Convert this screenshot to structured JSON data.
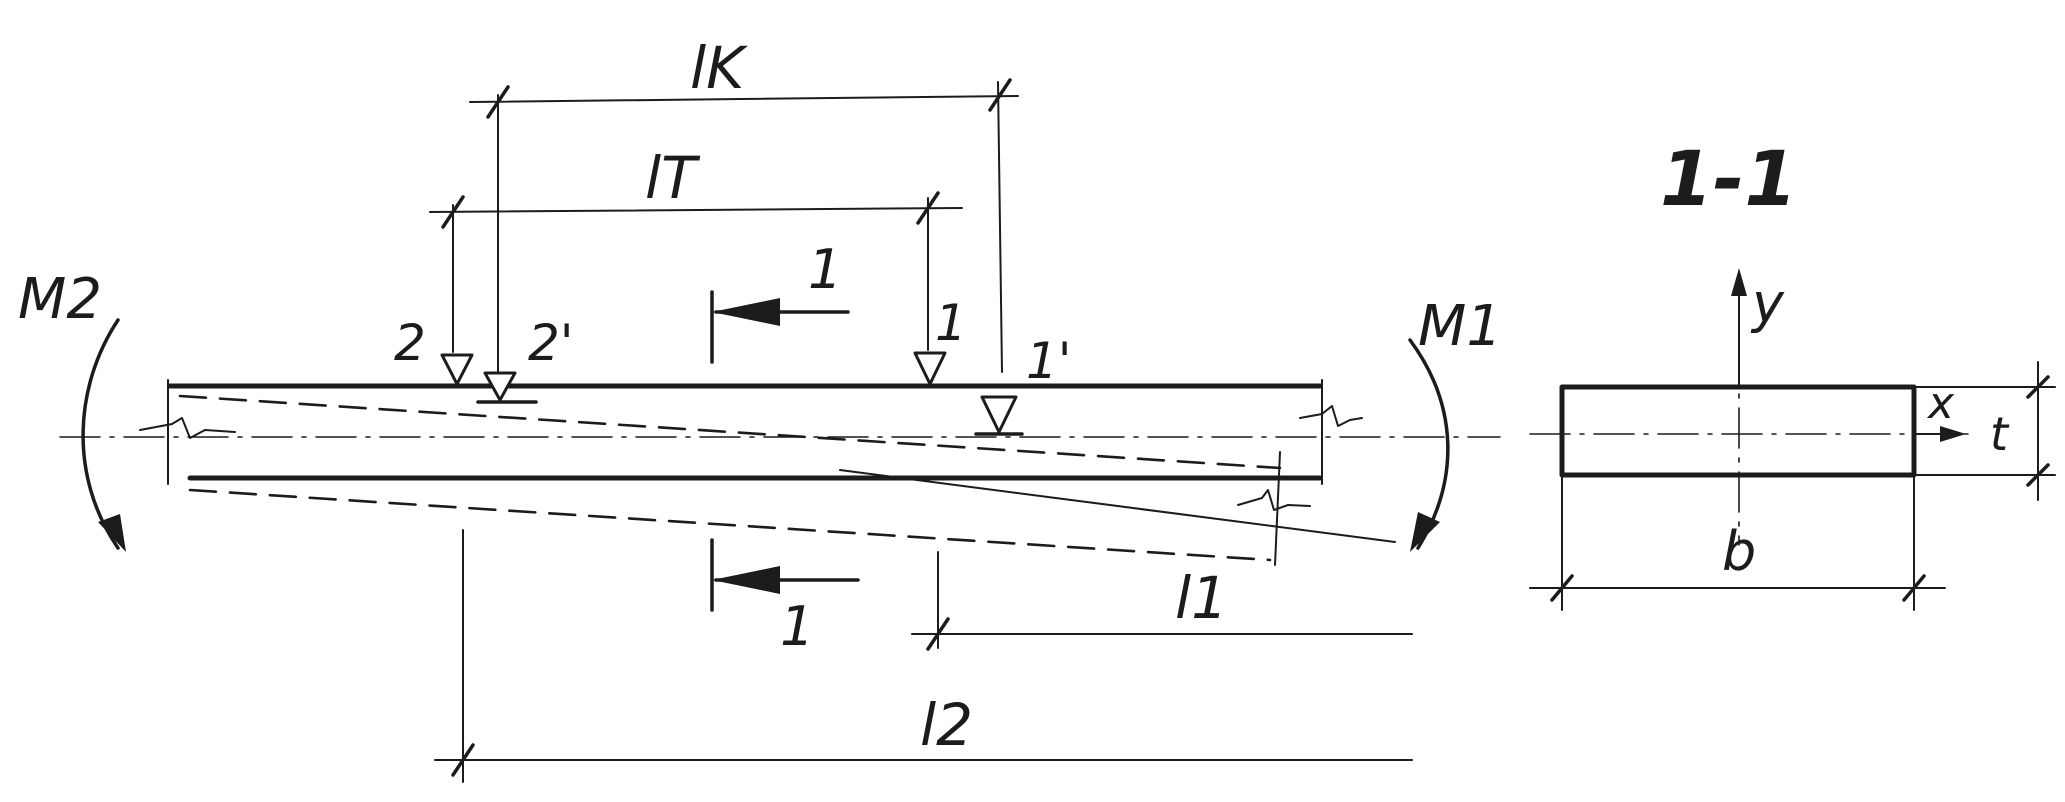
{
  "labels": {
    "moment_left": "M2",
    "moment_right": "M1",
    "dim_lk": "lK",
    "dim_lt": "lT",
    "dim_l1": "l1",
    "dim_l2": "l2",
    "mark_2": "2",
    "mark_2p": "2'",
    "mark_1": "1",
    "mark_1p": "1'",
    "section_top": "1",
    "section_bottom": "1",
    "section_title": "1-1",
    "axis_y": "y",
    "axis_x": "x",
    "dim_b": "b",
    "dim_t": "t"
  }
}
